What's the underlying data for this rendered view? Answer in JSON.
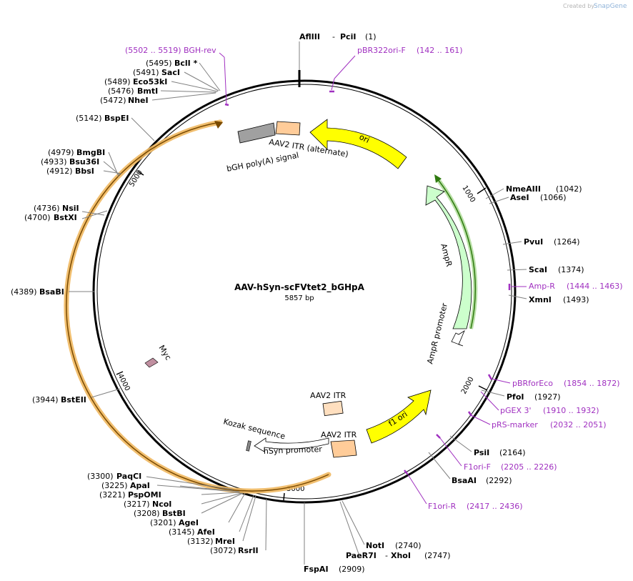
{
  "credit": {
    "prefix": "Created by",
    "brand": "SnapGene"
  },
  "map": {
    "name": "AAV-hSyn-scFVtet2_bGHpA",
    "size_label": "5857 bp"
  },
  "ticks": [
    "1000",
    "2000",
    "3000",
    "4000",
    "5000"
  ],
  "sites": [
    {
      "id": "aflIII",
      "name": "AflIII",
      "sep": "-",
      "name2": "PciI",
      "pos": "(1)"
    },
    {
      "id": "nmeaIII",
      "name": "NmeAIII",
      "pos": "(1042)"
    },
    {
      "id": "asei",
      "name": "AseI",
      "pos": "(1066)"
    },
    {
      "id": "pvui",
      "name": "PvuI",
      "pos": "(1264)"
    },
    {
      "id": "scai",
      "name": "ScaI",
      "pos": "(1374)"
    },
    {
      "id": "xmni",
      "name": "XmnI",
      "pos": "(1493)"
    },
    {
      "id": "pfoi",
      "name": "PfoI",
      "pos": "(1927)"
    },
    {
      "id": "psii",
      "name": "PsiI",
      "pos": "(2164)"
    },
    {
      "id": "bsaai",
      "name": "BsaAI",
      "pos": "(2292)"
    },
    {
      "id": "noti",
      "name": "NotI",
      "pos": "(2740)"
    },
    {
      "id": "paer7i",
      "name": "PaeR7I",
      "sep": "-",
      "name2": "XhoI",
      "pos": "(2747)"
    },
    {
      "id": "fspai",
      "name": "FspAI",
      "pos": "(2909)"
    },
    {
      "id": "rsrii",
      "name": "RsrII",
      "pos": "(3072)"
    },
    {
      "id": "mrei",
      "name": "MreI",
      "pos": "(3132)"
    },
    {
      "id": "afei",
      "name": "AfeI",
      "pos": "(3145)"
    },
    {
      "id": "agei",
      "name": "AgeI",
      "pos": "(3201)"
    },
    {
      "id": "bstbi",
      "name": "BstBI",
      "pos": "(3208)"
    },
    {
      "id": "ncoi",
      "name": "NcoI",
      "pos": "(3217)"
    },
    {
      "id": "psppomi",
      "name": "PspOMI",
      "pos": "(3221)"
    },
    {
      "id": "apai",
      "name": "ApaI",
      "pos": "(3225)"
    },
    {
      "id": "paqci",
      "name": "PaqCI",
      "pos": "(3300)"
    },
    {
      "id": "bsteii",
      "name": "BstEII",
      "pos": "(3944)"
    },
    {
      "id": "bsabi",
      "name": "BsaBI",
      "pos": "(4389)"
    },
    {
      "id": "bstxi",
      "name": "BstXI",
      "pos": "(4700)"
    },
    {
      "id": "nsii",
      "name": "NsiI",
      "pos": "(4736)"
    },
    {
      "id": "bbsi",
      "name": "BbsI",
      "pos": "(4912)"
    },
    {
      "id": "bsu36i",
      "name": "Bsu36I",
      "pos": "(4933)"
    },
    {
      "id": "bmgbi",
      "name": "BmgBI",
      "pos": "(4979)"
    },
    {
      "id": "bspei",
      "name": "BspEI",
      "pos": "(5142)"
    },
    {
      "id": "nhei",
      "name": "NheI",
      "pos": "(5472)"
    },
    {
      "id": "bmti",
      "name": "BmtI",
      "pos": "(5476)"
    },
    {
      "id": "eco53ki",
      "name": "Eco53kI",
      "pos": "(5489)"
    },
    {
      "id": "saci",
      "name": "SacI",
      "pos": "(5491)"
    },
    {
      "id": "bcli",
      "name": "BclI *",
      "pos": "(5495)"
    }
  ],
  "primers": [
    {
      "id": "pbr322ori-f",
      "name": "pBR322ori-F",
      "range": "(142 .. 161)"
    },
    {
      "id": "amp-r",
      "name": "Amp-R",
      "range": "(1444 .. 1463)"
    },
    {
      "id": "pbrforeco",
      "name": "pBRforEco",
      "range": "(1854 .. 1872)"
    },
    {
      "id": "pgex3",
      "name": "pGEX 3'",
      "range": "(1910 .. 1932)"
    },
    {
      "id": "prs-marker",
      "name": "pRS-marker",
      "range": "(2032 .. 2051)"
    },
    {
      "id": "f1ori-f",
      "name": "F1ori-F",
      "range": "(2205 .. 2226)"
    },
    {
      "id": "f1ori-r",
      "name": "F1ori-R",
      "range": "(2417 .. 2436)"
    },
    {
      "id": "bgh-rev",
      "name": "BGH-rev",
      "range": "(5502 .. 5519)"
    }
  ],
  "features": {
    "ori": "ori",
    "ampr": "AmpR",
    "ampr_promoter": "AmpR promoter",
    "f1_ori": "f1 ori",
    "aav2_itr_right": "AAV2 ITR",
    "aav2_itr_center": "AAV2 ITR",
    "aav2_itr_alt": "AAV2 ITR (alternate)",
    "bgh_polya": "bGH poly(A) signal",
    "hsyn_promoter": "hSyn promoter",
    "kozak": "Kozak sequence",
    "myc": "Myc"
  },
  "colors": {
    "ori": "#ffff00",
    "ampr": "#ccffcc",
    "ampr_promoter": "#ffffff",
    "f1_ori": "#ffff00",
    "itr": "#ffcc99",
    "polya": "#a0a0a0",
    "orf": "#f3b35f",
    "primer": "#a030c0",
    "myc": "#c08fa0"
  }
}
